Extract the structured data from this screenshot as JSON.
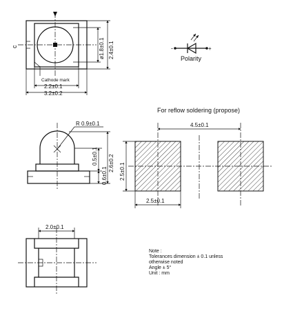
{
  "top_view": {
    "dim_diameter": "ø1.8±0.1",
    "dim_height": "2.4±0.1",
    "dim_inner_width": "2.2±0.1",
    "dim_outer_width": "3.2±0.2",
    "cathode_label": "Cathode mark",
    "side_marker": "c"
  },
  "polarity": {
    "label": "Polarity",
    "minus_sign": "-",
    "plus_sign": "+"
  },
  "side_view": {
    "dim_radius": "R  0.9±0.1",
    "dim_dome": "0.5±0.1",
    "dim_total": "2.6±0.2",
    "dim_base": "0.6±0.1"
  },
  "reflow": {
    "title": "For reflow soldering (propose)",
    "dim_pitch": "4.5±0.1",
    "dim_pad_height": "2.5±0.1",
    "dim_pad_width": "2.5±0.1"
  },
  "bottom_view": {
    "dim_width": "2.0±0.1"
  },
  "notes": {
    "line1": "Note :",
    "line2": "Tolerances dimension ± 0.1 unless",
    "line3": "otherwise noted",
    "line4": "Angle ± 5°",
    "line5": "Unit : mm"
  }
}
